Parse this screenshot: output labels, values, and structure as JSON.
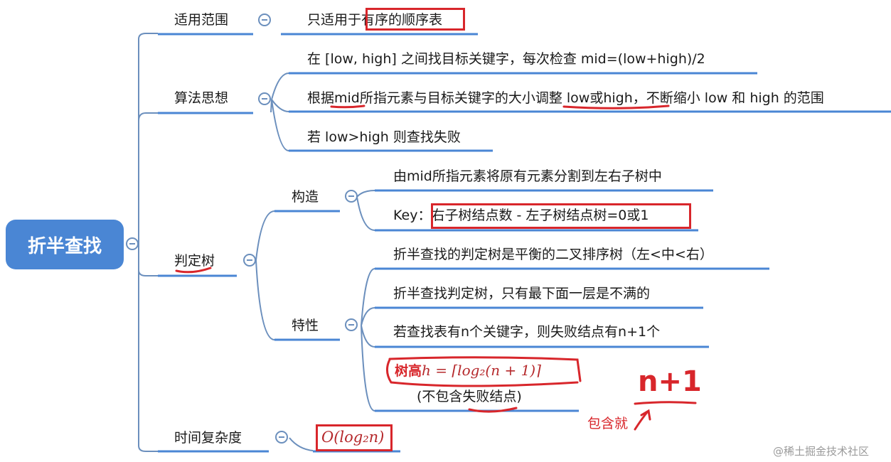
{
  "root": {
    "label": "折半查找"
  },
  "branches": {
    "scope": {
      "label": "适用范围",
      "items": [
        {
          "prefix": "只适用于",
          "highlight": "有序的顺序表"
        }
      ]
    },
    "idea": {
      "label": "算法思想",
      "items": [
        {
          "text": "在 [low, high] 之间找目标关键字，每次检查 mid=(low+high)/2"
        },
        {
          "text": "根据mid所指元素与目标关键字的大小调整 low或high，不断缩小 low 和 high 的范围"
        },
        {
          "text": "若 low>high 则查找失败"
        }
      ]
    },
    "tree": {
      "label": "判定树",
      "construct": {
        "label": "构造",
        "items": [
          {
            "text": "由mid所指元素将原有元素分割到左右子树中"
          },
          {
            "prefix": "Key：",
            "highlight": "右子树结点数 - 左子树结点树=0或1"
          }
        ]
      },
      "props": {
        "label": "特性",
        "items": [
          {
            "text": "折半查找的判定树是平衡的二叉排序树（左<中<右）"
          },
          {
            "text": "折半查找判定树，只有最下面一层是不满的"
          },
          {
            "text": "若查找表有n个关键字，则失败结点有n+1个"
          },
          {
            "prefix": "树高",
            "formula": "h = ⌈log₂(n + 1)⌉",
            "note": "(不包含失败结点)"
          }
        ]
      }
    },
    "complexity": {
      "label": "时间复杂度",
      "formula": "O(log₂n)"
    }
  },
  "annotations": {
    "handwritten_fraction": "n+1",
    "handwritten_note": "包含就"
  },
  "watermark": "@稀土掘金技术社区",
  "colors": {
    "root_fill": "#4a86d4",
    "underline": "#4a86d4",
    "connector": "#6b8fbd",
    "highlight_box": "#d8262b",
    "formula_text": "#b5282b"
  }
}
